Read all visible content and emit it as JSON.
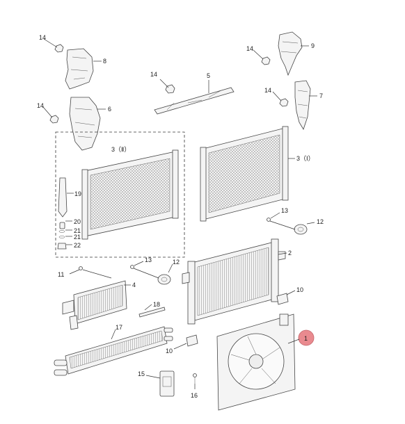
{
  "callouts": {
    "p1": "1",
    "p2": "2",
    "p3a": "3（Ⅱ）",
    "p3b": "3（Ⅰ）",
    "p4": "4",
    "p5": "5",
    "p6": "6",
    "p7": "7",
    "p8": "8",
    "p9": "9",
    "p10a": "10",
    "p10b": "10",
    "p11": "11",
    "p12a": "12",
    "p12b": "12",
    "p13a": "13",
    "p13b": "13",
    "p14a": "14",
    "p14b": "14",
    "p14c": "14",
    "p14d": "14",
    "p15": "15",
    "p16": "16",
    "p17": "17",
    "p18": "18",
    "p19": "19",
    "p20": "20",
    "p21a": "21",
    "p21b": "21",
    "p22": "22"
  },
  "highlight_color": "#e98a8f"
}
